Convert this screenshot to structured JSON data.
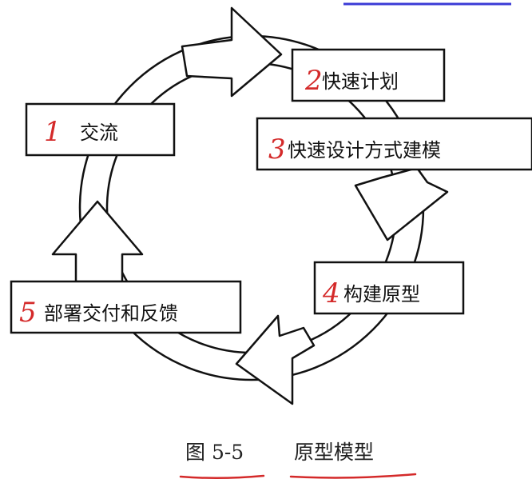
{
  "colors": {
    "ink": "#111111",
    "step_number": "#d42a2a",
    "underline": "#d42a2a",
    "top_accent": "#3b3bd6",
    "background": "#ffffff"
  },
  "steps": [
    {
      "number": "1",
      "label": "交流"
    },
    {
      "number": "2",
      "label": "快速计划"
    },
    {
      "number": "3",
      "label": "快速设计方式建模"
    },
    {
      "number": "4",
      "label": "构建原型"
    },
    {
      "number": "5",
      "label": "部署交付和反馈"
    }
  ],
  "caption": {
    "figure": "图 5-5",
    "title": "原型模型"
  }
}
